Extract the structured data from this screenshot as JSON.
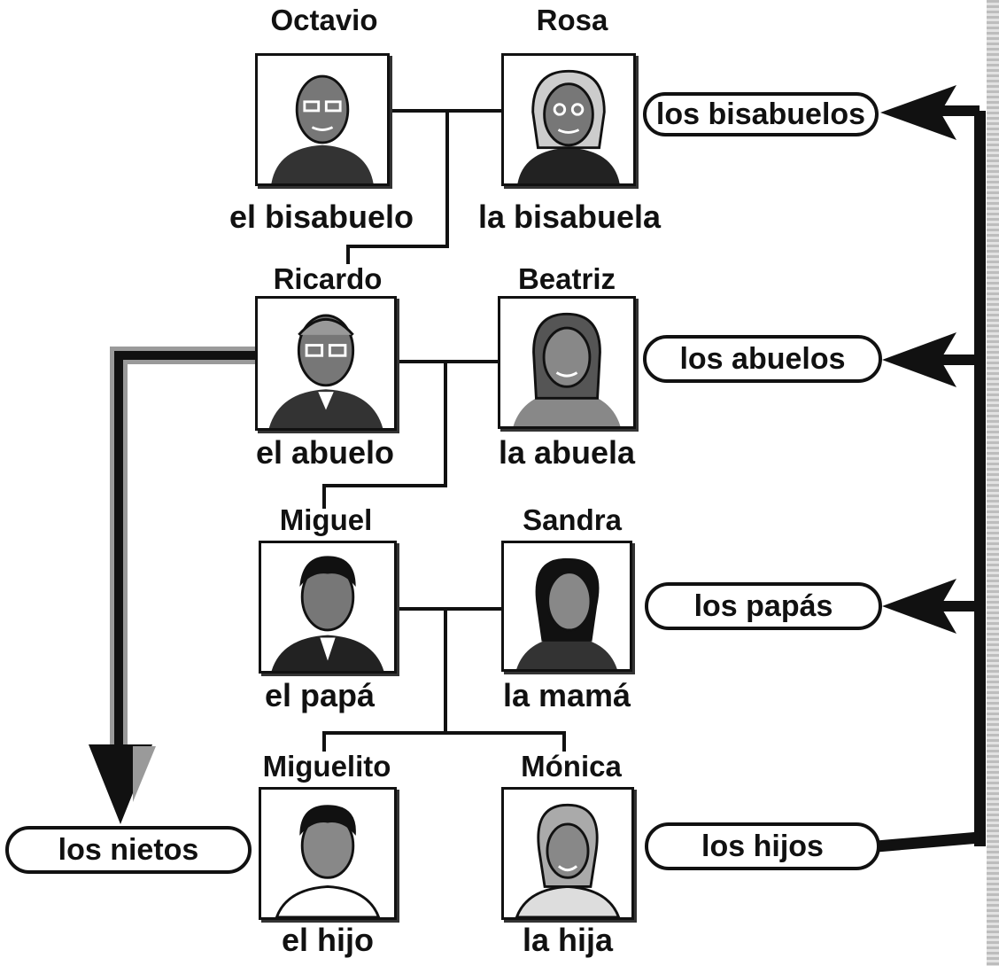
{
  "generations": [
    {
      "group_label": "los bisabuelos",
      "left": {
        "name": "Octavio",
        "role": "el bisabuelo",
        "icon": "elderly-man-portrait"
      },
      "right": {
        "name": "Rosa",
        "role": "la bisabuela",
        "icon": "elderly-woman-portrait"
      }
    },
    {
      "group_label": "los abuelos",
      "left": {
        "name": "Ricardo",
        "role": "el abuelo",
        "icon": "grandfather-portrait"
      },
      "right": {
        "name": "Beatriz",
        "role": "la abuela",
        "icon": "grandmother-portrait"
      }
    },
    {
      "group_label": "los papás",
      "left": {
        "name": "Miguel",
        "role": "el papá",
        "icon": "father-portrait"
      },
      "right": {
        "name": "Sandra",
        "role": "la mamá",
        "icon": "mother-portrait"
      }
    },
    {
      "group_label": "los hijos",
      "left": {
        "name": "Miguelito",
        "role": "el hijo",
        "icon": "boy-portrait"
      },
      "right": {
        "name": "Mónica",
        "role": "la hija",
        "icon": "girl-portrait"
      }
    }
  ],
  "grandchildren_label": "los nietos",
  "colors": {
    "ink": "#111111",
    "paper": "#ffffff",
    "arrow_shadow": "#9a9a9a"
  }
}
